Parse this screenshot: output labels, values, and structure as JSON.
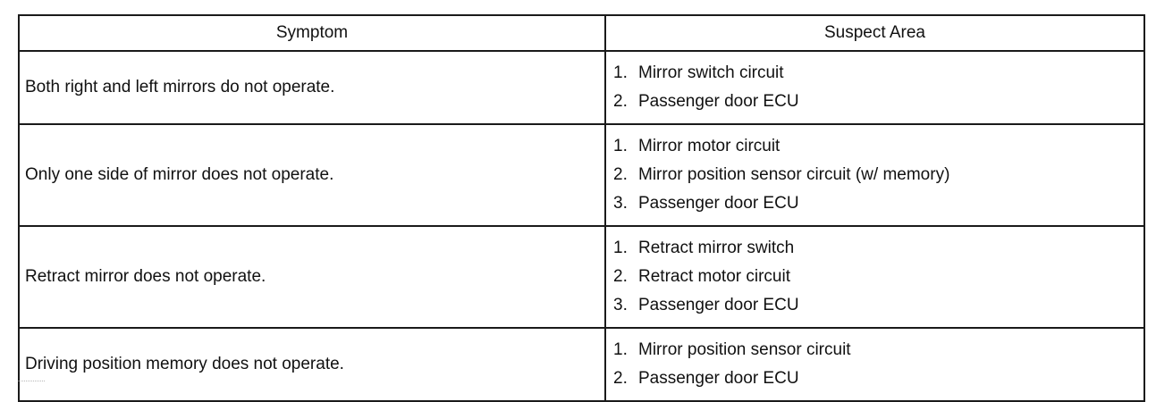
{
  "table": {
    "headers": {
      "symptom": "Symptom",
      "suspect_area": "Suspect Area"
    },
    "rows": [
      {
        "symptom": "Both right and left mirrors do not operate.",
        "suspects": [
          {
            "num": "1.",
            "text": "Mirror switch circuit"
          },
          {
            "num": "2.",
            "text": "Passenger door ECU"
          }
        ]
      },
      {
        "symptom": "Only one side of mirror does not operate.",
        "suspects": [
          {
            "num": "1.",
            "text": "Mirror motor circuit"
          },
          {
            "num": "2.",
            "text": "Mirror position sensor circuit (w/ memory)"
          },
          {
            "num": "3.",
            "text": "Passenger door ECU"
          }
        ]
      },
      {
        "symptom": "Retract mirror does not operate.",
        "suspects": [
          {
            "num": "1.",
            "text": "Retract mirror switch"
          },
          {
            "num": "2.",
            "text": "Retract motor circuit"
          },
          {
            "num": "3.",
            "text": "Passenger door ECU"
          }
        ]
      },
      {
        "symptom": "Driving position memory does not operate.",
        "suspects": [
          {
            "num": "1.",
            "text": "Mirror position sensor circuit"
          },
          {
            "num": "2.",
            "text": "Passenger door ECU"
          }
        ]
      }
    ]
  }
}
